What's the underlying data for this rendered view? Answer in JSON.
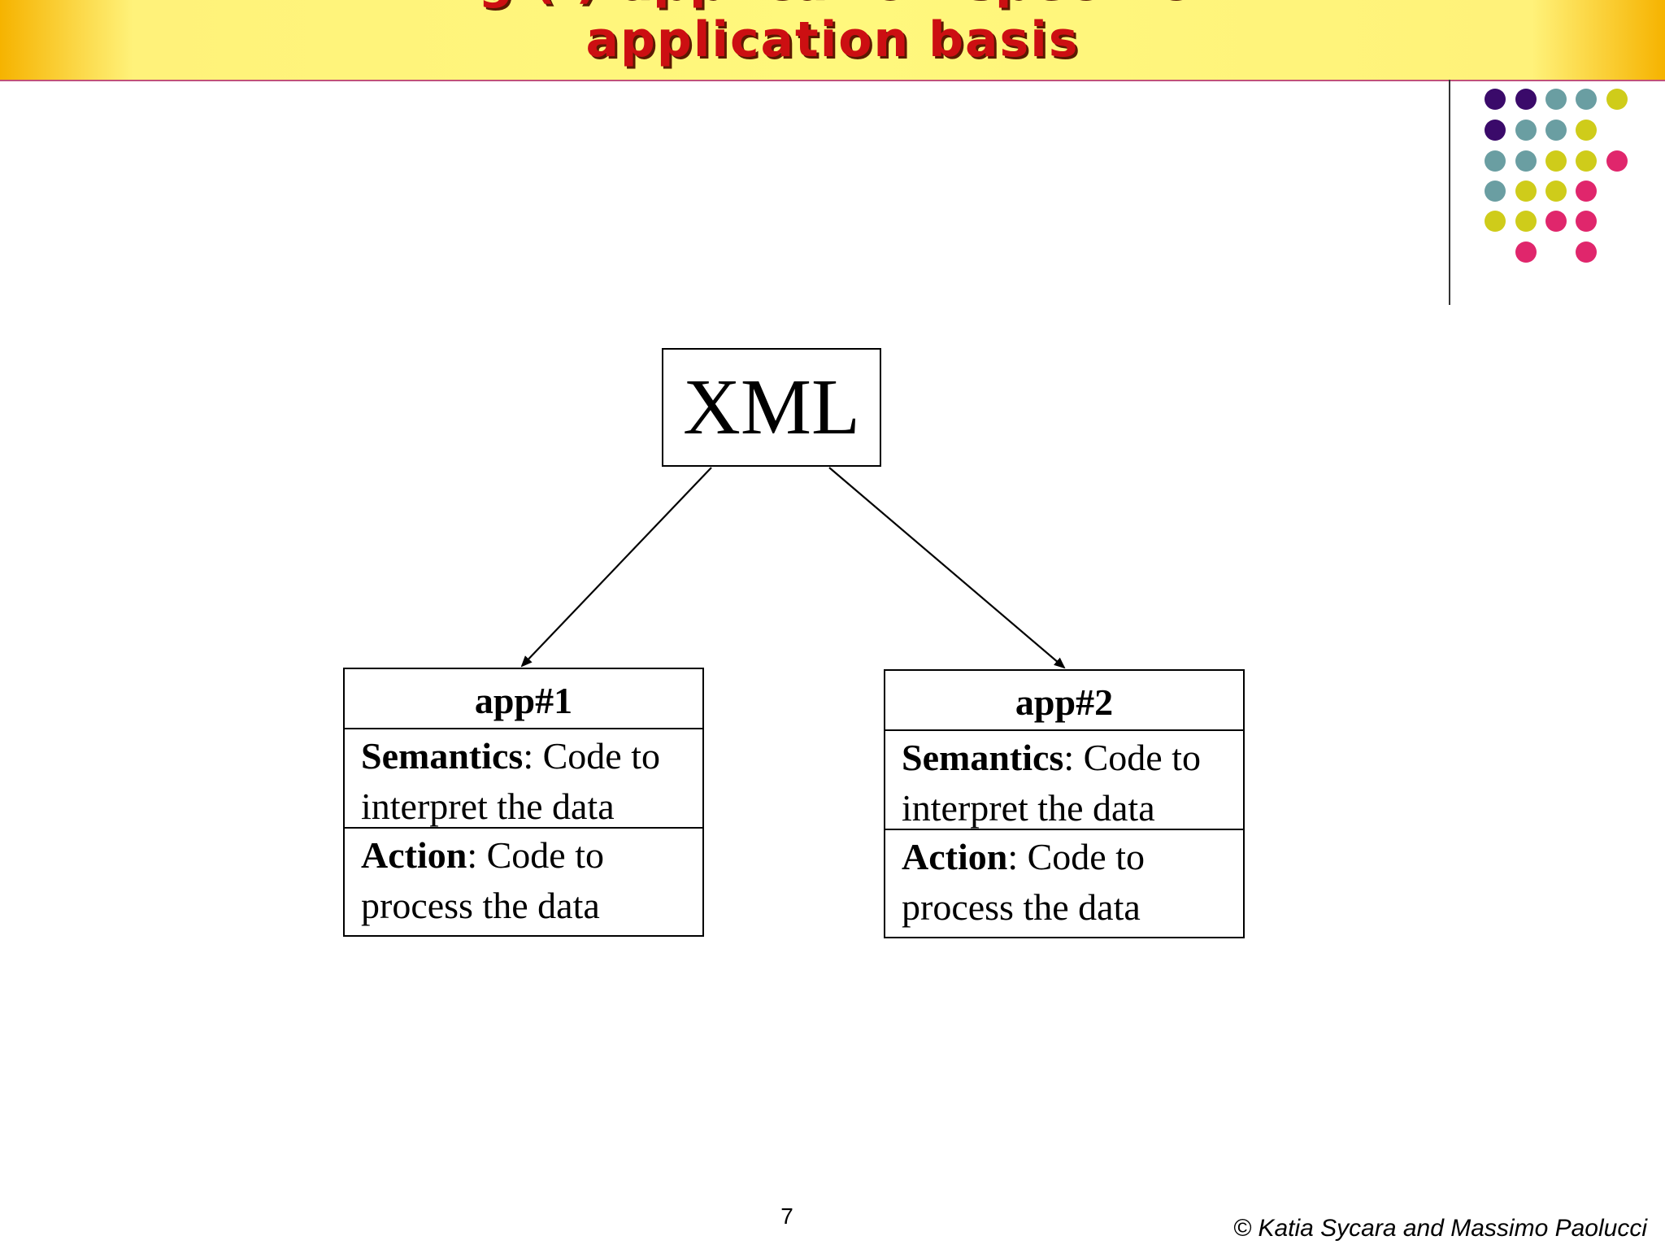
{
  "slide": {
    "title_line1": "g (                                      ) application-specific",
    "title_line2": "application basis",
    "page_number": "7",
    "footer": "© Katia Sycara and Massimo Paolucci"
  },
  "colors": {
    "title_text": "#cc0f12",
    "title_bar": "#fff87d",
    "dot_purple": "#3a0a6a",
    "dot_teal": "#6a9ea2",
    "dot_yellow": "#cfcc1a",
    "dot_pink": "#e0266c"
  },
  "diagram": {
    "root": {
      "label": "XML"
    },
    "apps": [
      {
        "name": "app#1",
        "semantics_label": "Semantics",
        "semantics_text": ": Code to interpret the data",
        "action_label": "Action",
        "action_text": ": Code to process the data"
      },
      {
        "name": "app#2",
        "semantics_label": "Semantics",
        "semantics_text": ": Code to interpret the data",
        "action_label": "Action",
        "action_text": ": Code to process the data"
      }
    ]
  }
}
